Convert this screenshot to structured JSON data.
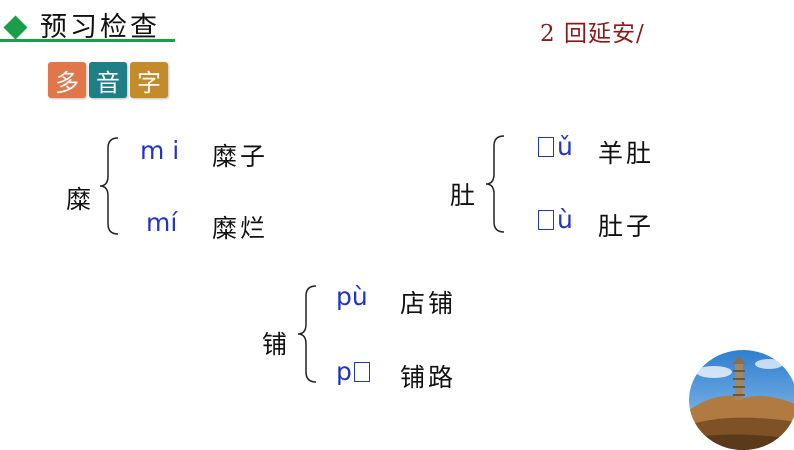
{
  "header": {
    "title": "预习检查",
    "lesson": "2 回延安/",
    "accent_color": "#1a9e4a"
  },
  "tiles": [
    {
      "char": "多",
      "color": "#e0764a"
    },
    {
      "char": "音",
      "color": "#1f7f86"
    },
    {
      "char": "字",
      "color": "#c58a2a"
    }
  ],
  "groups": {
    "mi": {
      "char": "糜",
      "readings": [
        {
          "pinyin": "m i",
          "word": "糜子"
        },
        {
          "pinyin": "mí",
          "word": "糜烂"
        }
      ]
    },
    "du": {
      "char": "肚",
      "readings": [
        {
          "pinyin": "ǔ",
          "word": "羊肚"
        },
        {
          "pinyin": "ù",
          "word": "肚子"
        }
      ]
    },
    "pu": {
      "char": "铺",
      "readings": [
        {
          "pinyin": "pù",
          "word": "店铺"
        },
        {
          "pinyin": "p",
          "word": "铺路"
        }
      ]
    }
  },
  "icons": {
    "missing_glyph": "missing-glyph-icon",
    "decoration": "pagoda-landscape-icon"
  }
}
